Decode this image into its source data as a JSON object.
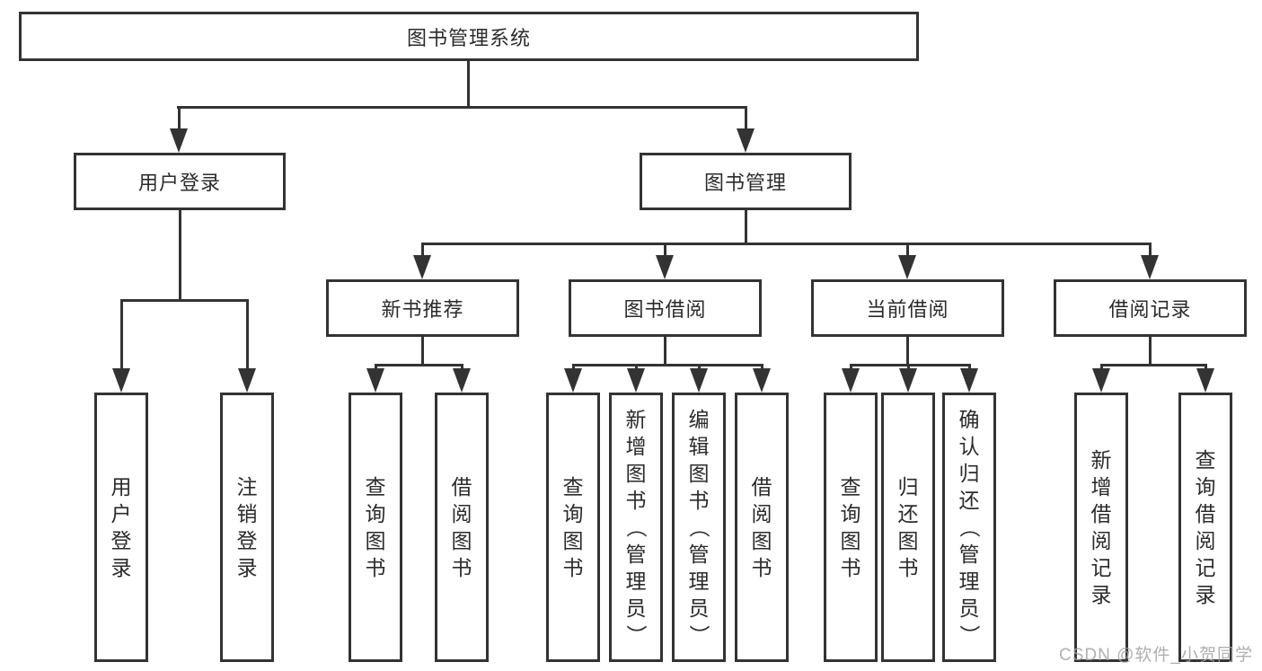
{
  "diagram": {
    "root": {
      "label": "图书管理系统"
    },
    "nodes": {
      "user_login": {
        "label": "用户登录",
        "children": [
          "用户登录",
          "注销登录"
        ]
      },
      "book_mgmt": {
        "label": "图书管理"
      },
      "new_book": {
        "label": "新书推荐",
        "children": [
          "查询图书",
          "借阅图书"
        ]
      },
      "book_borrow": {
        "label": "图书借阅",
        "children": [
          "查询图书",
          "新增图书（管理员）",
          "编辑图书（管理员）",
          "借阅图书"
        ]
      },
      "current_borrow": {
        "label": "当前借阅",
        "children": [
          "查询图书",
          "归还图书",
          "确认归还（管理员）"
        ]
      },
      "borrow_record": {
        "label": "借阅记录",
        "children": [
          "新增借阅记录",
          "查询借阅记录"
        ]
      }
    },
    "watermark": "CSDN @软件_小贺同学",
    "colors": {
      "line": "#333333",
      "text": "#2b2b2b",
      "box_background": "#ffffff",
      "watermark": "#a2a2a2",
      "background": "#ffffff"
    }
  }
}
